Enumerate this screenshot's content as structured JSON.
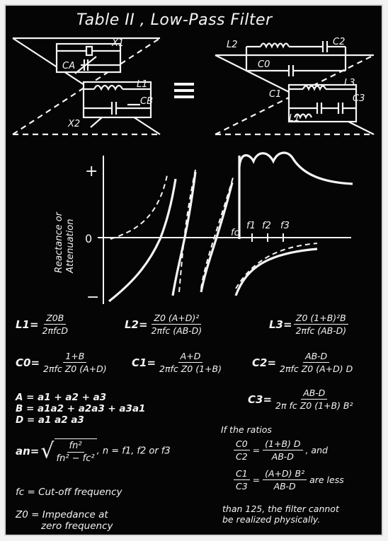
{
  "title": "Table II ,  Low-Pass Filter",
  "colors": {
    "board": "#050505",
    "chalk": "#f4f4f4",
    "frame": "#d7d7d7"
  },
  "circuit_left": {
    "x1": "X1",
    "ca": "CA",
    "l1": "L1",
    "cb": "CB",
    "x2": "X2"
  },
  "equivalence_symbol": "≡",
  "circuit_right": {
    "l2": "L2",
    "c2": "C2",
    "c0": "C0",
    "l3": "L3",
    "c1": "C1",
    "c3": "C3",
    "l1": "L1"
  },
  "graph": {
    "plus": "+",
    "zero": "0",
    "minus": "−",
    "ylabel_1": "Reactance or",
    "ylabel_2": "Attenuation",
    "fc": "fc",
    "f1": "f1",
    "f2": "f2",
    "f3": "f3"
  },
  "formulas": {
    "L1": {
      "lhs": "L1=",
      "num": "Z0B",
      "den": "2πfcD"
    },
    "L2": {
      "lhs": "L2=",
      "num": "Z0 (A+D)²",
      "den": "2πfc (AB-D)"
    },
    "L3": {
      "lhs": "L3=",
      "num": "Z0 (1+B)²B",
      "den": "2πfc (AB-D)"
    },
    "C0": {
      "lhs": "C0=",
      "num": "1+B",
      "den": "2πfc Z0 (A+D)"
    },
    "C1": {
      "lhs": "C1=",
      "num": "A+D",
      "den": "2πfc Z0 (1+B)"
    },
    "C2": {
      "lhs": "C2=",
      "num": "AB-D",
      "den": "2πfc Z0 (A+D) D"
    },
    "C3": {
      "lhs": "C3=",
      "num": "AB-D",
      "den": "2π fc Z0 (1+B) B²"
    }
  },
  "definitions": {
    "A": "A = a1 + a2 + a3",
    "B": "B = a1a2 + a2a3 + a3a1",
    "D": "D = a1 a2 a3",
    "an_lhs": "an=",
    "an_num": "fn²",
    "an_den": "fn² − fc²",
    "an_tail": ", n = f1, f2 or f3",
    "fc": "fc = Cut-off frequency",
    "z0_1": "Z0 = Impedance at",
    "z0_2": "zero frequency"
  },
  "note": {
    "intro": "If the ratios",
    "r1_lhs_num": "C0",
    "r1_lhs_den": "C2",
    "r1_num": "(1+B) D",
    "r1_den": "AB-D",
    "r1_tail": ", and",
    "r2_lhs_num": "C1",
    "r2_lhs_den": "C3",
    "r2_num": "(A+D) B²",
    "r2_den": "AB-D",
    "r2_tail": "are less",
    "end_1": "than 125, the filter cannot",
    "end_2": "be realized physically."
  }
}
